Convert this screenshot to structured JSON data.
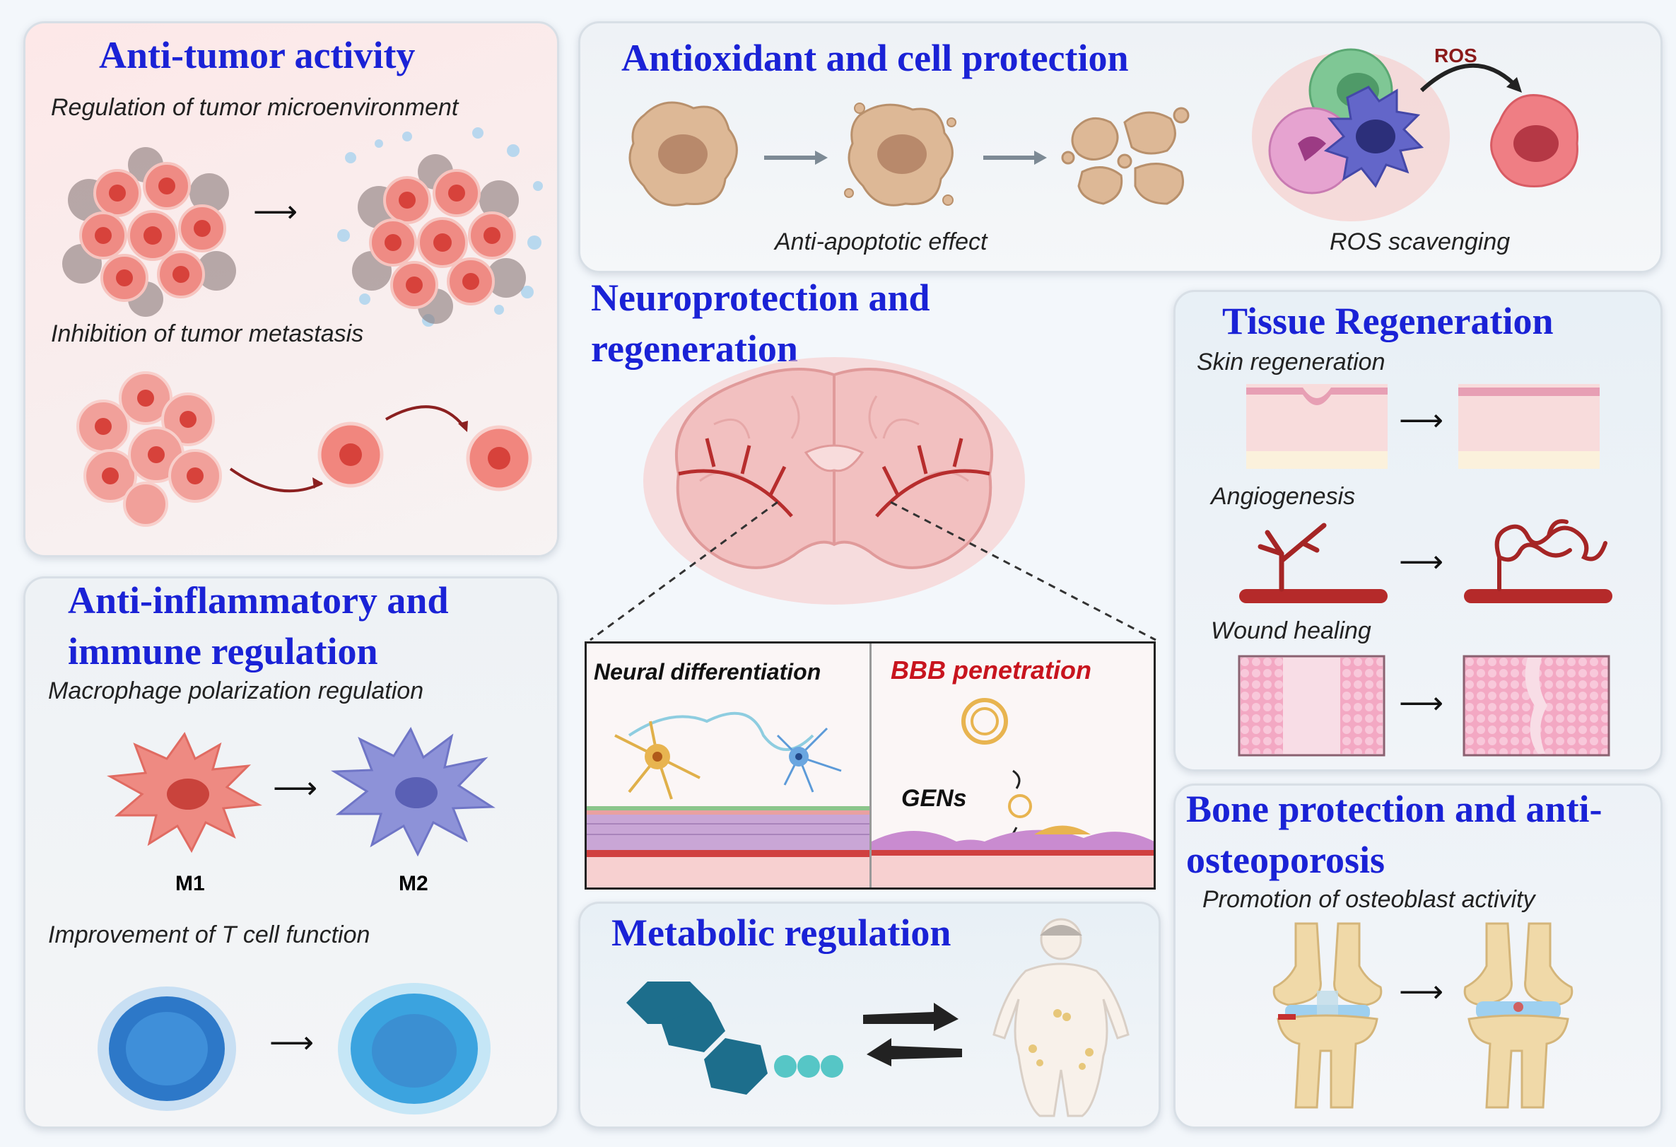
{
  "tumor": {
    "title": "Anti-tumor activity",
    "sub1": "Regulation of tumor microenvironment",
    "sub2": "Inhibition of tumor metastasis"
  },
  "inflam": {
    "title1": "Anti-inflammatory and",
    "title2": "immune regulation",
    "sub1": "Macrophage polarization regulation",
    "m1": "M1",
    "m2": "M2",
    "sub2": "Improvement of T cell function"
  },
  "antiox": {
    "title": "Antioxidant and cell protection",
    "ros": "ROS",
    "cap1": "Anti-apoptotic effect",
    "cap2": "ROS scavenging"
  },
  "neuro": {
    "title1": "Neuroprotection and",
    "title2": "regeneration",
    "box1": "Neural differentiation",
    "box2": "BBB penetration",
    "gens": "GENs"
  },
  "metab": {
    "title": "Metabolic regulation"
  },
  "tissue": {
    "title": "Tissue Regeneration",
    "sub1": "Skin regeneration",
    "sub2": "Angiogenesis",
    "sub3": "Wound healing"
  },
  "bone": {
    "title1": "Bone protection and anti-",
    "title2": "osteoporosis",
    "sub1": "Promotion of osteoblast activity"
  },
  "colors": {
    "title_blue": "#1a22d6",
    "bbb_red": "#c8141e",
    "ros_red": "#8b1a1a"
  }
}
